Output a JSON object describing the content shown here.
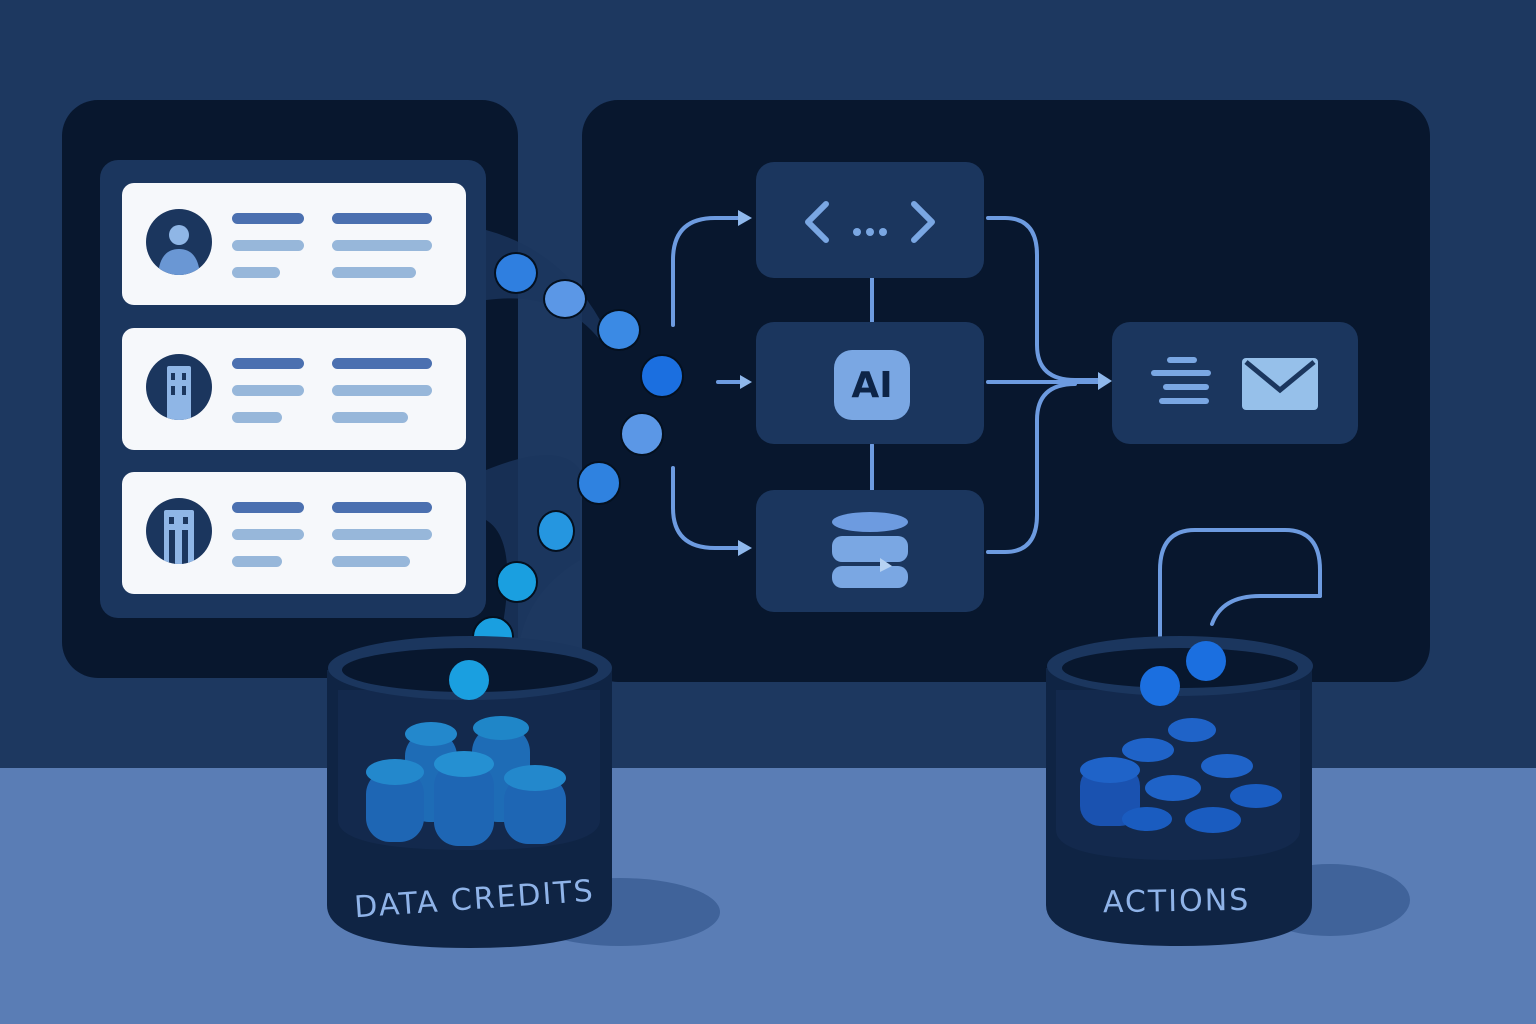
{
  "scene": {
    "title": "Data enrichment workflow consuming data credits and actions",
    "colors": {
      "wall": "#1d3860",
      "floor": "#5a7db5",
      "panel": "#08172e",
      "node": "#1b365e",
      "accent": "#7aa7e3",
      "dot_blue": "#1b6fe0",
      "dot_cyan": "#1a9fe0"
    }
  },
  "records_panel": {
    "cards": [
      {
        "icon": "person-icon",
        "type": "contact"
      },
      {
        "icon": "building-icon",
        "type": "company"
      },
      {
        "icon": "building-icon",
        "type": "company"
      }
    ]
  },
  "workflow": {
    "nodes": [
      {
        "icon": "code-brackets-icon",
        "glyph": "< ... >"
      },
      {
        "icon": "ai-icon",
        "glyph": "AI"
      },
      {
        "icon": "database-icon",
        "glyph": ""
      }
    ],
    "output": {
      "icons": [
        "text-lines-icon",
        "envelope-icon"
      ]
    }
  },
  "buckets": {
    "data_credits": {
      "label": "DATA CREDITS"
    },
    "actions": {
      "label": "ACTIONS"
    }
  }
}
